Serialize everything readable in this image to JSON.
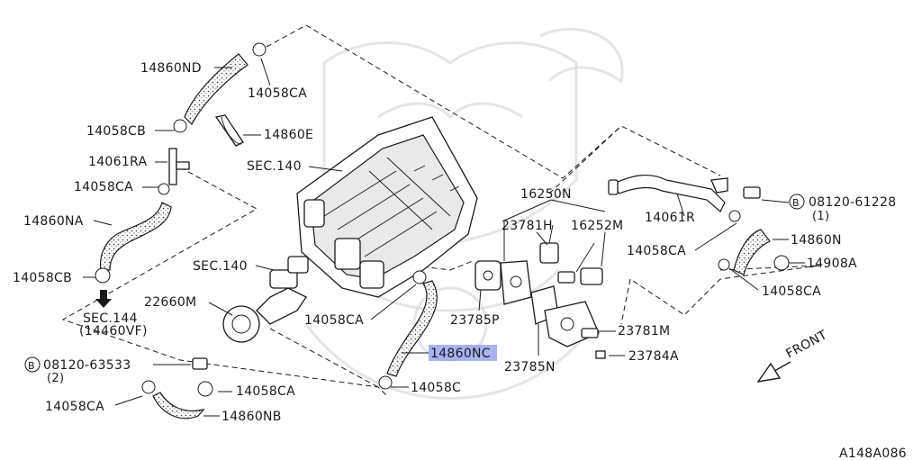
{
  "labels": {
    "l14860ND": "14860ND",
    "l14058CA_top": "14058CA",
    "l14058CB_1": "14058CB",
    "l14860E": "14860E",
    "l14061RA": "14061RA",
    "l14058CA_left": "14058CA",
    "l14860NA": "14860NA",
    "l14058CB_2": "14058CB",
    "lSEC144": "SEC.144",
    "l14460VF": "(14460VF)",
    "l22660M": "22660M",
    "lB_left_num": "08120-63533",
    "lB_left_qty": "(2)",
    "l14058CA_bl": "14058CA",
    "l14058CA_bc": "14058CA",
    "l14860NB": "14860NB",
    "lSEC140_top": "SEC.140",
    "lSEC140_mid": "SEC.140",
    "l14058CA_mid": "14058CA",
    "l14860NC": "14860NC",
    "l14058C": "14058C",
    "l16250N": "16250N",
    "l23781H": "23781H",
    "l16252M": "16252M",
    "l23785P": "23785P",
    "l23785N": "23785N",
    "l23781M": "23781M",
    "l23784A": "23784A",
    "l14061R": "14061R",
    "lB_right_num": "08120-61228",
    "lB_right_qty": "(1)",
    "l14860N": "14860N",
    "l14058CA_right": "14058CA",
    "l14908A": "14908A",
    "l14058CA_rb": "14058CA",
    "lFRONT": "FRONT",
    "lB_mark": "B",
    "lfig": "A148A086"
  },
  "highlighted_part": "14860NC",
  "colors": {
    "line": "#1a1a1a",
    "highlight": "#9aa6f0",
    "watermark": "#cfcfcf"
  }
}
